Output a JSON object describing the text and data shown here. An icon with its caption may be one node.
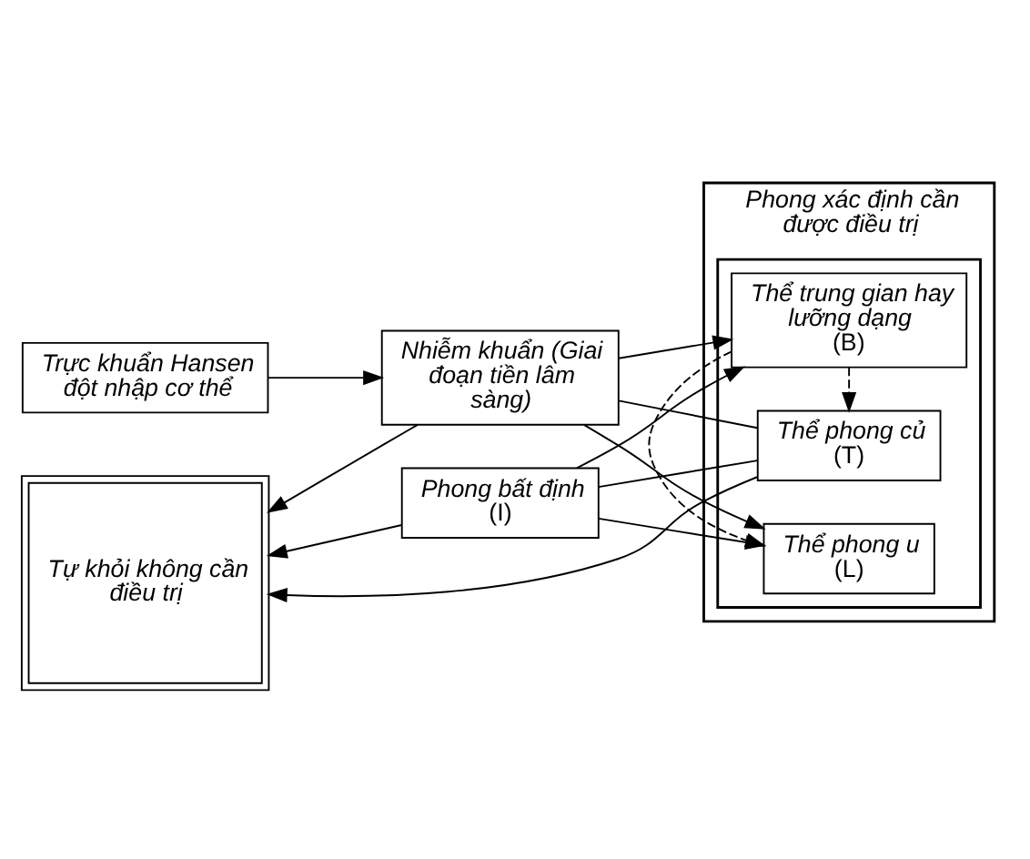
{
  "diagram": {
    "nodes": [
      {
        "text": [
          "Trực khuẩn Hansen đột nhập cơ thể"
        ]
      },
      {
        "text": [
          "Tự khỏi không cần điều trị"
        ]
      },
      {
        "text": [
          "Nhiễm khuẩn (Giai đoạn tiền lâm sàng)"
        ]
      },
      {
        "text": [
          "Phong bất định",
          "(I)"
        ]
      },
      {
        "text": [
          "Phong xác định cần được điều trị"
        ]
      },
      {
        "text": [],
        "shape": "box",
        "in": 4
      },
      {
        "text": [
          "Thể phong u",
          "(L)"
        ],
        "in": 5
      },
      {
        "text": [
          "Thể trung gian hay lưỡng dạng",
          "(B)"
        ],
        "in": 5
      },
      {
        "text": [
          "Thể phong củ",
          "(T)"
        ],
        "in": 5
      }
    ],
    "edges": [
      {
        "from": 0,
        "to": 2,
        "arrow": "to"
      },
      {
        "from": 2,
        "to": 1,
        "arrow": "to"
      },
      {
        "from": 2,
        "to": 6,
        "arrow": "to"
      },
      {
        "from": 2,
        "to": 7,
        "arrow": "to"
      },
      {
        "from": 2,
        "to": 8,
        "arrow": "none"
      },
      {
        "from": 3,
        "to": 1,
        "arrow": "to"
      },
      {
        "from": 3,
        "to": 6,
        "arrow": "to"
      },
      {
        "from": 3,
        "to": 7,
        "arrow": "to"
      },
      {
        "from": 3,
        "to": 8,
        "arrow": "none"
      },
      {
        "from": 8,
        "to": 1,
        "arrow": "to"
      },
      {
        "from": 7,
        "to": 6,
        "arrow": "to",
        "style": "dashed"
      },
      {
        "from": 7,
        "to": 8,
        "arrow": "to",
        "style": "dashed"
      }
    ]
  }
}
